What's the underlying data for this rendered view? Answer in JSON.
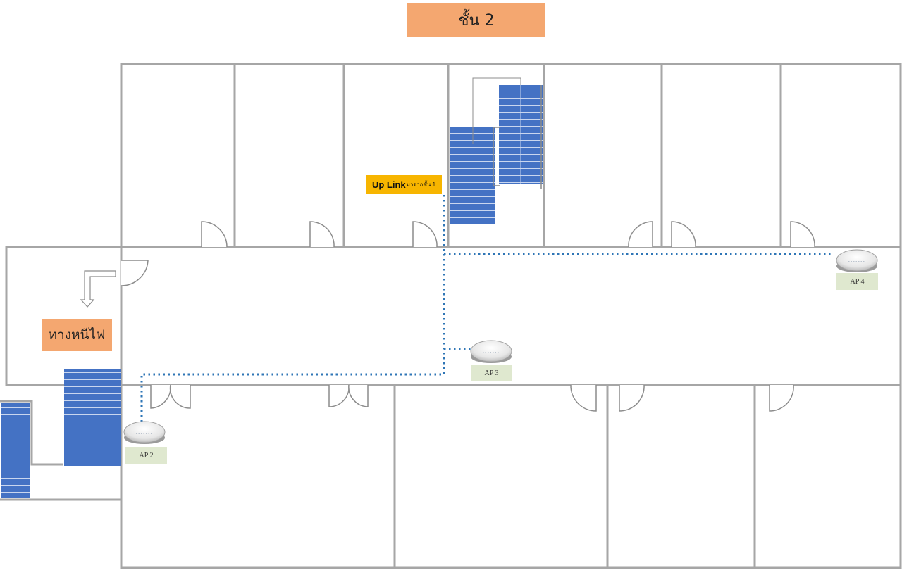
{
  "floor_title": "ชั้น 2",
  "fire_exit_label": "ทางหนีไฟ",
  "uplink": {
    "label": "Up Link",
    "note": "มาจากชั้น 1"
  },
  "access_points": [
    {
      "id": "ap2",
      "label": "AP 2"
    },
    {
      "id": "ap3",
      "label": "AP 3"
    },
    {
      "id": "ap4",
      "label": "AP 4"
    }
  ],
  "colors": {
    "wall": "#a6a6a6",
    "stairs": "#4472c4",
    "cable": "#2e75b6",
    "title_fill": "#f4a770",
    "uplink_fill": "#f7b500",
    "ap_label_fill": "#dfe8cf"
  },
  "icons": {
    "access_point": "access-point-icon",
    "exit_arrow": "exit-arrow-icon"
  }
}
